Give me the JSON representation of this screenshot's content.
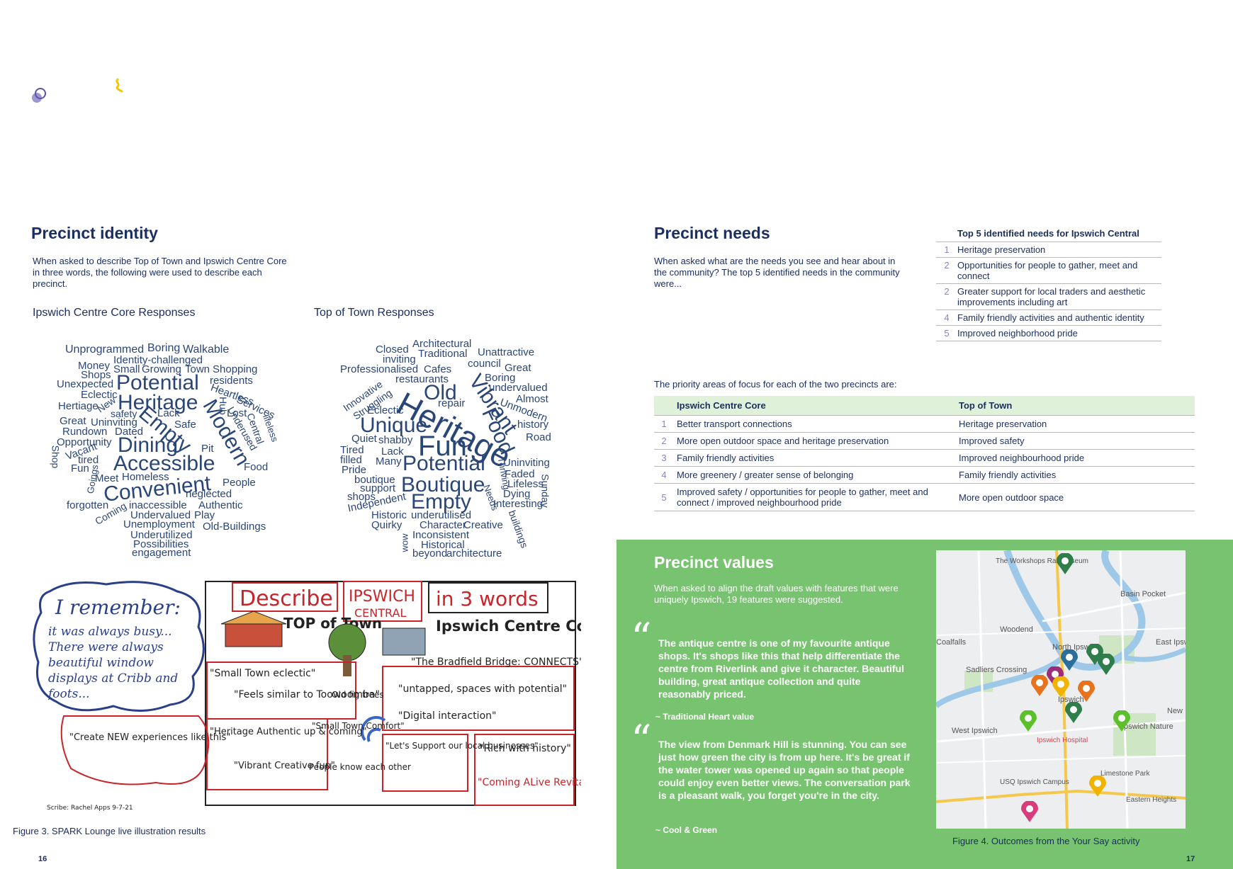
{
  "left": {
    "section_title": "Precinct identity",
    "intro": "When asked to describe Top of Town and Ipswich Centre Core in three words, the following were used to describe each precinct.",
    "cloud1_title": "Ipswich Centre Core Responses",
    "cloud2_title": "Top of Town Responses",
    "cloud1_words": [
      "Unprogrammed",
      "Boring",
      "Walkable",
      "Identity-challenged",
      "Money",
      "Small",
      "Growing",
      "Town",
      "Shopping",
      "Shops",
      "Potential",
      "residents",
      "Unexpected",
      "Eclectic",
      "Heartless",
      "Heritage",
      "Hertiage",
      "New",
      "Lost",
      "Services",
      "safety",
      "Lack",
      "Safe",
      "Great",
      "Uninviting",
      "Empty",
      "Modern",
      "Hub",
      "Underused",
      "Central",
      "lifeless",
      "Rundown",
      "Dated",
      "Opportunity",
      "Dining",
      "Pit",
      "Vacant",
      "tired",
      "Fun",
      "Shop",
      "Goings",
      "Accessible",
      "Food",
      "Meet",
      "Homeless",
      "People",
      "Convenient",
      "neglected",
      "forgotten",
      "inaccessible",
      "Authentic",
      "Coming",
      "Undervalued",
      "Play",
      "Unemployment",
      "Old-Buildings",
      "Underutilized",
      "Possibilities",
      "engagement"
    ],
    "cloud2_words": [
      "Architectural",
      "Closed",
      "Traditional",
      "Unattractive",
      "inviting",
      "council",
      "Professionalised",
      "Cafes",
      "Great",
      "restaurants",
      "Boring",
      "Innovative",
      "Struggling",
      "Old",
      "Vibrant",
      "undervalued",
      "Almost",
      "Heritage",
      "repair",
      "Unmodern",
      "Eclectic",
      "Food",
      "Unique",
      "history",
      "Quiet",
      "shabby",
      "Road",
      "Tired",
      "filled",
      "Lack",
      "Fun",
      "Uninviting",
      "Many",
      "Potential",
      "Faded",
      "Pride",
      "Lifeless",
      "boutique",
      "Boutique",
      "Thriving",
      "Dying",
      "support",
      "shops",
      "Independent",
      "Empty",
      "Needs",
      "Interesting",
      "Sunday",
      "Historic",
      "underutilised",
      "Quirky",
      "Character",
      "Creative",
      "Inconsistent",
      "buildings",
      "wow",
      "Historical",
      "beyond",
      "architecture"
    ],
    "sketch": {
      "heading_1": "Describe",
      "heading_2": "IPSWICH",
      "heading_2b": "CENTRAL",
      "heading_3": "in 3 words",
      "remember_title": "I remember:",
      "remember_text": "it was always busy... There were always beautiful window displays at Cribb and foots...",
      "top_of_town": "TOP of Town",
      "ipswich_core": "Ipswich Centre Core",
      "q1": "\"Small Town eclectic\"",
      "q2": "\"Feels similar to Toowoomba\"",
      "q3": "Old fig trees",
      "q4": "\"The Bradfield Bridge: CONNECTS\"",
      "q5": "\"untapped, spaces with potential\"",
      "q6": "\"Digital interaction\"",
      "q7": "\"Heritage Authentic up & coming\"",
      "q8": "\"Small Town Comfort\"",
      "q9": "\"Vibrant Creative fun\"",
      "q10": "People know each other",
      "q11": "\"Let's Support our local businesses\"",
      "q12": "\"Rich with history\"",
      "q13": "\"Coming ALive Revitalised\"",
      "q14": "\"Create NEW experiences like this\"",
      "scribe": "Scribe: Rachel Apps 9-7-21"
    },
    "figure_caption": "Figure 3. SPARK Lounge live illustration results",
    "page_number": "16"
  },
  "right": {
    "needs_title": "Precinct needs",
    "needs_intro": "When asked what are the needs you see and hear about in the community? The top 5 identified needs in the community were...",
    "needs_table": {
      "header": "Top 5 identified needs for Ipswich Central",
      "rows": [
        {
          "num": "1",
          "text": "Heritage preservation"
        },
        {
          "num": "2",
          "text": "Opportunities for people to gather, meet and connect"
        },
        {
          "num": "2",
          "text": "Greater support for local traders and aesthetic improvements including art"
        },
        {
          "num": "4",
          "text": "Family friendly activities and authentic identity"
        },
        {
          "num": "5",
          "text": "Improved neighborhood pride"
        }
      ]
    },
    "priority_intro": "The priority areas of focus for each of the two precincts are:",
    "focus_table": {
      "col1": "Ipswich Centre Core",
      "col2": "Top of Town",
      "rows": [
        {
          "num": "1",
          "a": "Better transport connections",
          "b": "Heritage preservation"
        },
        {
          "num": "2",
          "a": "More open outdoor space and heritage preservation",
          "b": "Improved safety"
        },
        {
          "num": "3",
          "a": "Family friendly activities",
          "b": "Improved neighbourhood pride"
        },
        {
          "num": "4",
          "a": "More greenery / greater sense of belonging",
          "b": "Family friendly activities"
        },
        {
          "num": "5",
          "a": "Improved safety / opportunities for people to gather, meet and connect / improved neighbourhood pride",
          "b": "More open outdoor space"
        }
      ]
    },
    "values_title": "Precinct values",
    "values_intro": "When asked to align the draft values with features that were uniquely Ipswich, 19 features were suggested.",
    "quote1": "The antique centre is one of my favourite antique shops. It's shops like this that help differentiate the centre from Riverlink and give it character. Beautiful building, great antique collection and quite reasonably priced.",
    "quote1_attr": "~ Traditional Heart value",
    "quote2": "The view from Denmark Hill is stunning. You can see just how green the city is from up here. It's be great if the water tower was opened up again so that people could enjoy even better views. The conversation park is a pleasant walk, you forget you're in the city.",
    "quote2_attr": "~ Cool & Green",
    "map_labels": [
      "The Workshops Rail Museum",
      "Basin Pocket",
      "Woodend",
      "Coalfalls",
      "North Ipswich",
      "East Ipsw",
      "Sadliers Crossing",
      "West Ipswich",
      "Ipswich",
      "Ipswich Nature",
      "Ipswich Hospital",
      "New",
      "USQ Ipswich Campus",
      "Limestone Park",
      "Eastern Heights"
    ],
    "figure_caption": "Figure 4. Outcomes from the Your Say activity",
    "page_number": "17"
  },
  "colors": {
    "navy": "#1b2f63",
    "green_panel": "#77c36f",
    "table_header": "#dff1d9",
    "number": "#8a84c4"
  }
}
